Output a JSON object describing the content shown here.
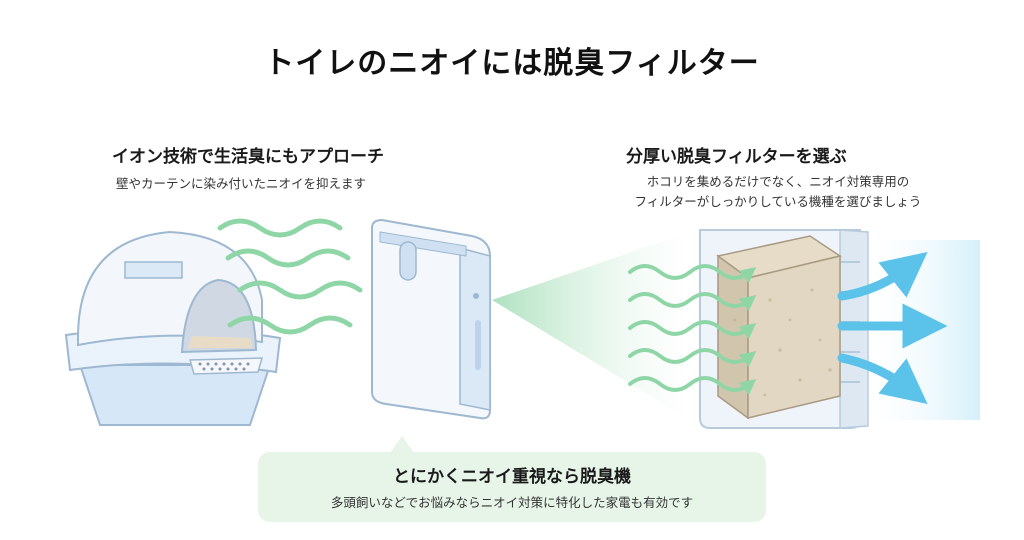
{
  "title": "トイレのニオイには脱臭フィルター",
  "left_panel": {
    "heading": "イオン技術で生活臭にもアプローチ",
    "description": "壁やカーテンに染み付いたニオイを抑えます"
  },
  "right_panel": {
    "heading": "分厚い脱臭フィルターを選ぶ",
    "description_lines": [
      "ホコリを集めるだけでなく、ニオイ対策専用の",
      "フィルターがしっかりしている機種を選びましょう"
    ]
  },
  "callout": {
    "heading": "とにかくニオイ重視なら脱臭機",
    "description": "多頭飼いなどでお悩みならニオイ対策に特化した家電も有効です"
  },
  "colors": {
    "odor_green": "#8fd6a6",
    "clean_air_blue": "#5bc2ea",
    "callout_bg": "#e7f5e9",
    "appliance_blue": "#dbe9f7"
  },
  "icons": {
    "litter_box": "litter-box-icon",
    "purifier": "air-purifier-icon",
    "filter": "deodorizing-filter-icon"
  }
}
